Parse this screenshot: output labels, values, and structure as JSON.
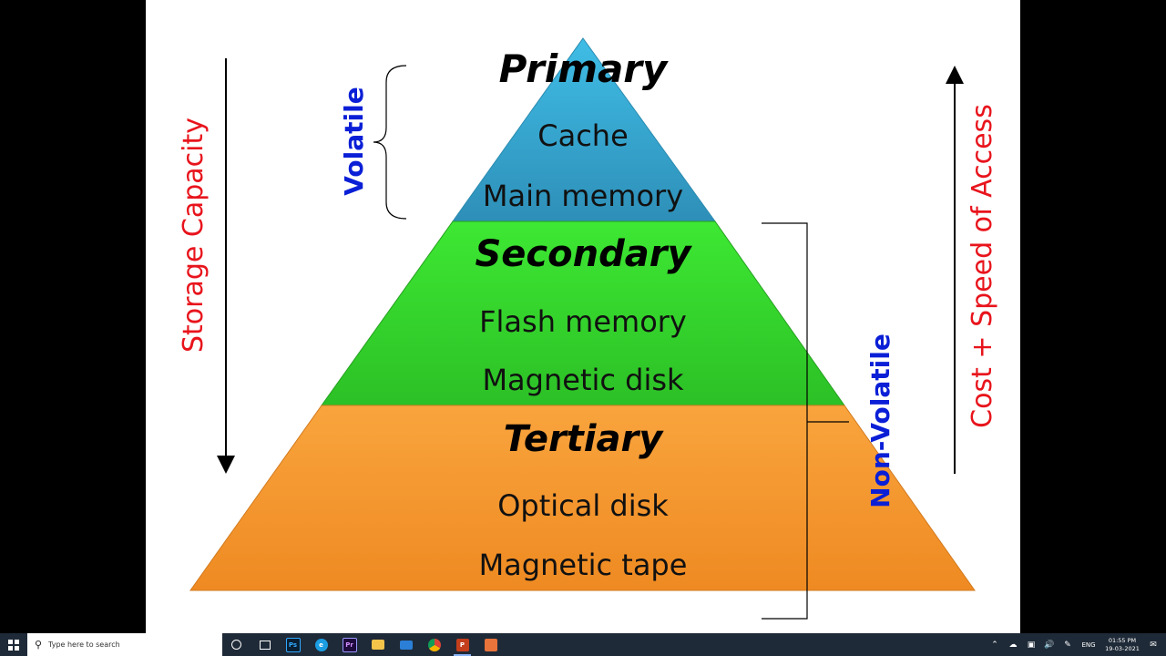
{
  "diagram": {
    "tiers": [
      {
        "title": "Primary",
        "items": [
          "Cache",
          "Main memory"
        ],
        "color": "#3aa9d6"
      },
      {
        "title": "Secondary",
        "items": [
          "Flash memory",
          "Magnetic disk"
        ],
        "color": "#36d92f"
      },
      {
        "title": "Tertiary",
        "items": [
          "Optical disk",
          "Magnetic tape"
        ],
        "color": "#f79a32"
      }
    ],
    "left_label": "Storage Capacity",
    "right_label": "Cost + Speed of Access",
    "volatile_label": "Volatile",
    "nonvolatile_label": "Non-Volatile",
    "colors": {
      "red_text": "#e8141c",
      "blue_text": "#0a1fd6"
    }
  },
  "taskbar": {
    "search_placeholder": "Type here to search",
    "apps": [
      {
        "icon": "cortana-circle-icon",
        "label": "O"
      },
      {
        "icon": "task-view-icon",
        "label": "⧉"
      },
      {
        "icon": "photoshop-icon",
        "label": "Ps"
      },
      {
        "icon": "edge-browser-icon",
        "label": "e"
      },
      {
        "icon": "premiere-icon",
        "label": "Pr"
      },
      {
        "icon": "file-explorer-icon",
        "label": ""
      },
      {
        "icon": "mail-icon",
        "label": ""
      },
      {
        "icon": "chrome-icon",
        "label": ""
      },
      {
        "icon": "powerpoint-icon",
        "label": "P"
      },
      {
        "icon": "snip-icon",
        "label": ""
      }
    ],
    "tray": {
      "language": "ENG",
      "time": "01:55 PM",
      "date": "19-03-2021"
    }
  }
}
